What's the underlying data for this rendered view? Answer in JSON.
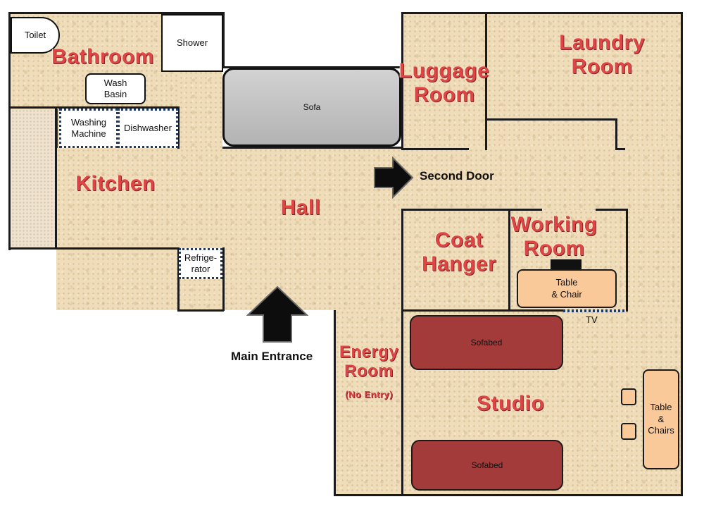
{
  "rooms": {
    "bathroom": "Bathroom",
    "luggage_room": "Luggage\nRoom",
    "laundry_room": "Laundry\nRoom",
    "kitchen": "Kitchen",
    "hall": "Hall",
    "coat_hanger": "Coat\nHanger",
    "working_room": "Working\nRoom",
    "energy_room": "Energy\nRoom",
    "energy_room_note": "(No Entry)",
    "studio": "Studio"
  },
  "fixtures": {
    "toilet": "Toilet",
    "shower": "Shower",
    "wash_basin": "Wash\nBasin",
    "sofa": "Sofa",
    "washing_machine": "Washing\nMachine",
    "dishwasher": "Dishwasher",
    "refrigerator": "Refrige-\nrator",
    "working_table": "Table\n& Chair",
    "tv": "TV",
    "sofabed_top": "Sofabed",
    "sofabed_bottom": "Sofabed",
    "studio_table": "Table\n&\nChairs"
  },
  "labels": {
    "second_door": "Second Door",
    "main_entrance": "Main Entrance"
  },
  "colors": {
    "room_label": "#e04545",
    "floor": "#efdcb8",
    "sofabed": "#a33b3b",
    "furniture_peach": "#f9c99a",
    "sofa_grey": "#bdbdbd",
    "appliance_border": "#1f3b66"
  },
  "icons": [
    "arrow-right-icon",
    "arrow-up-icon"
  ]
}
